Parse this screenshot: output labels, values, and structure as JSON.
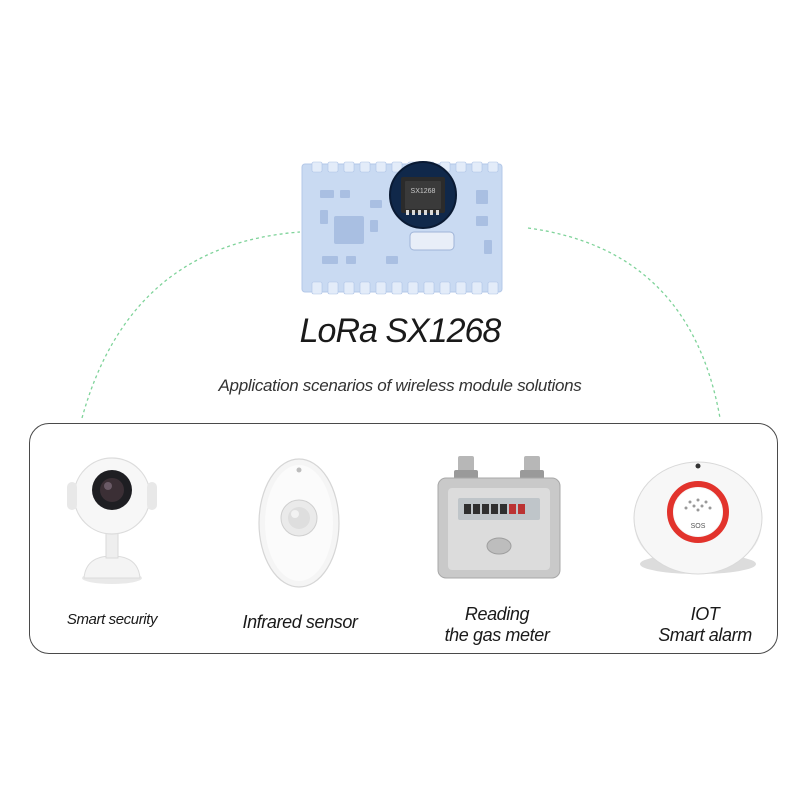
{
  "header": {
    "title": "LoRa SX1268",
    "subtitle": "Application scenarios of wireless module solutions"
  },
  "module": {
    "chip_text": "SX1268",
    "icon": "lora-module-board-image"
  },
  "colors": {
    "arc": "#7fd39a",
    "panel_border": "#4a4a4a",
    "board": "#c9daf2",
    "alarm_ring": "#e2332c"
  },
  "scenarios": [
    {
      "icon": "camera-icon",
      "lines": [
        "Smart security"
      ]
    },
    {
      "icon": "infrared-sensor-icon",
      "lines": [
        "Infrared sensor"
      ]
    },
    {
      "icon": "gas-meter-icon",
      "lines": [
        "Reading",
        "the gas meter"
      ]
    },
    {
      "icon": "alarm-icon",
      "lines": [
        "IOT",
        "Smart alarm"
      ],
      "badge": "SOS"
    }
  ]
}
